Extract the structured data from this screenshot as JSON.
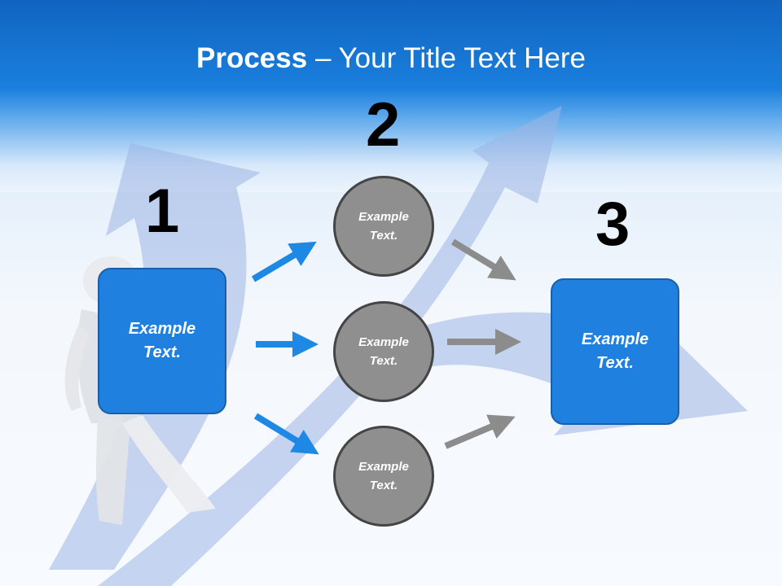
{
  "title": {
    "bold": "Process",
    "rest": " – Your Title Text Here"
  },
  "steps": [
    {
      "number": "1",
      "box_text": "Example\nText."
    },
    {
      "number": "2",
      "circles": [
        "Example\nText.",
        "Example\nText.",
        "Example\nText."
      ]
    },
    {
      "number": "3",
      "box_text": "Example\nText."
    }
  ],
  "colors": {
    "header_blue": "#1a7fde",
    "box_blue": "#2080e0",
    "arrow_blue": "#1e88e5",
    "circle_gray": "#8f8f8f",
    "arrow_gray": "#8c8c8c",
    "bg_arrow": "#9db4e3"
  }
}
